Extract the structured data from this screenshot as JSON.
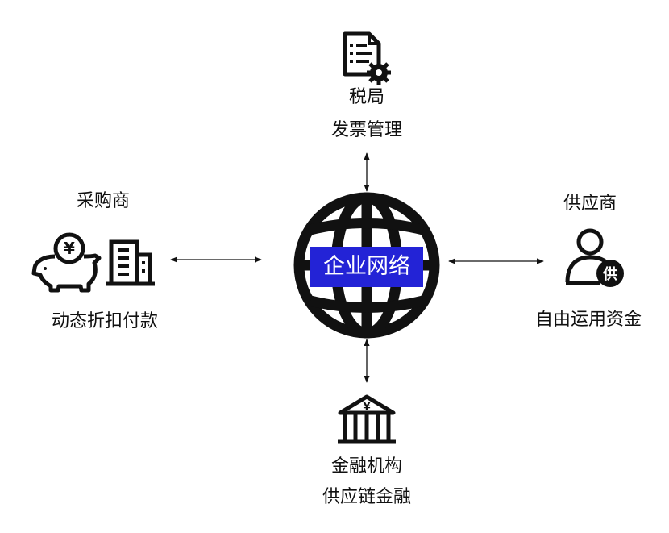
{
  "center": {
    "label": "企业网络",
    "label_bg": "#2323d6",
    "icon": "globe-icon"
  },
  "top": {
    "title": "税局",
    "subtitle": "发票管理",
    "icon": "document-gear-icon"
  },
  "left": {
    "title": "采购商",
    "subtitle": "动态折扣付款",
    "icons": [
      "piggy-bank-yen-icon",
      "building-icon"
    ]
  },
  "right": {
    "title": "供应商",
    "subtitle": "自由运用资金",
    "icon": "supplier-person-icon",
    "badge": "供"
  },
  "bottom": {
    "title": "金融机构",
    "subtitle": "供应链金融",
    "icon": "bank-yen-icon",
    "symbol": "¥"
  },
  "piggy_symbol": "¥",
  "colors": {
    "line": "#111111",
    "accent": "#2323d6"
  }
}
